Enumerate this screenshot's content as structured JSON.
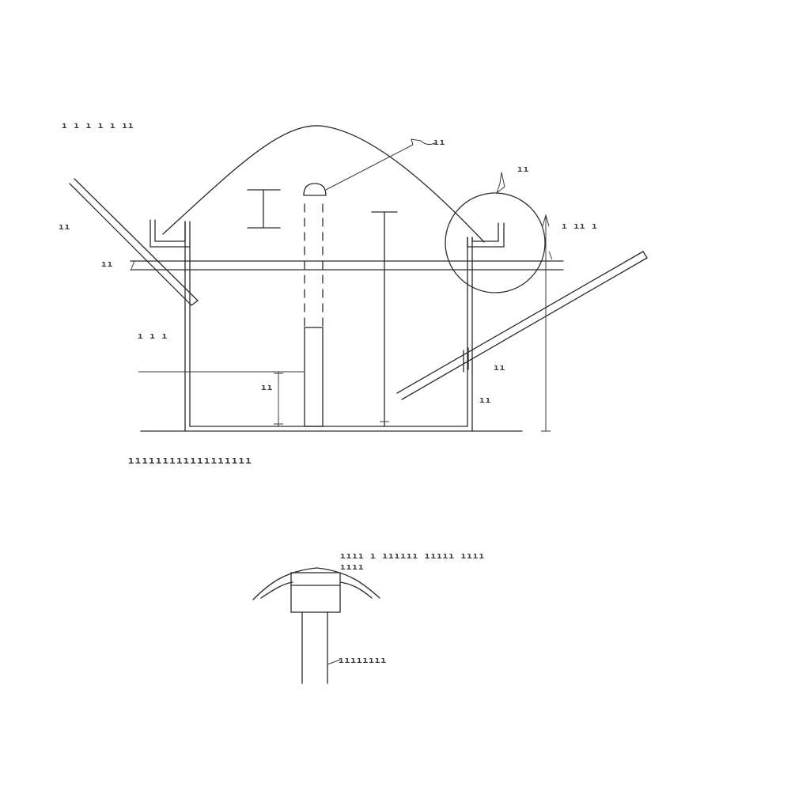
{
  "labels": {
    "top_left": "ı ı ı ı ı ıı",
    "left_ground": "ıı",
    "left_level": "ıı",
    "left_mid": "ı ı ı",
    "inner_dim": "ıı",
    "probe_tag": "ıı",
    "circle_tag": "ıı",
    "right_top": "ı ıı ı",
    "right_mid": "ıı",
    "right_low": "ıı",
    "main_caption": "ıııııııııııııııııı",
    "detail_caption_1": "ıııı ı ıııııı ııııı ıııı",
    "detail_caption_2": "ıııı",
    "detail_pipe_label": "ıııııııı"
  }
}
